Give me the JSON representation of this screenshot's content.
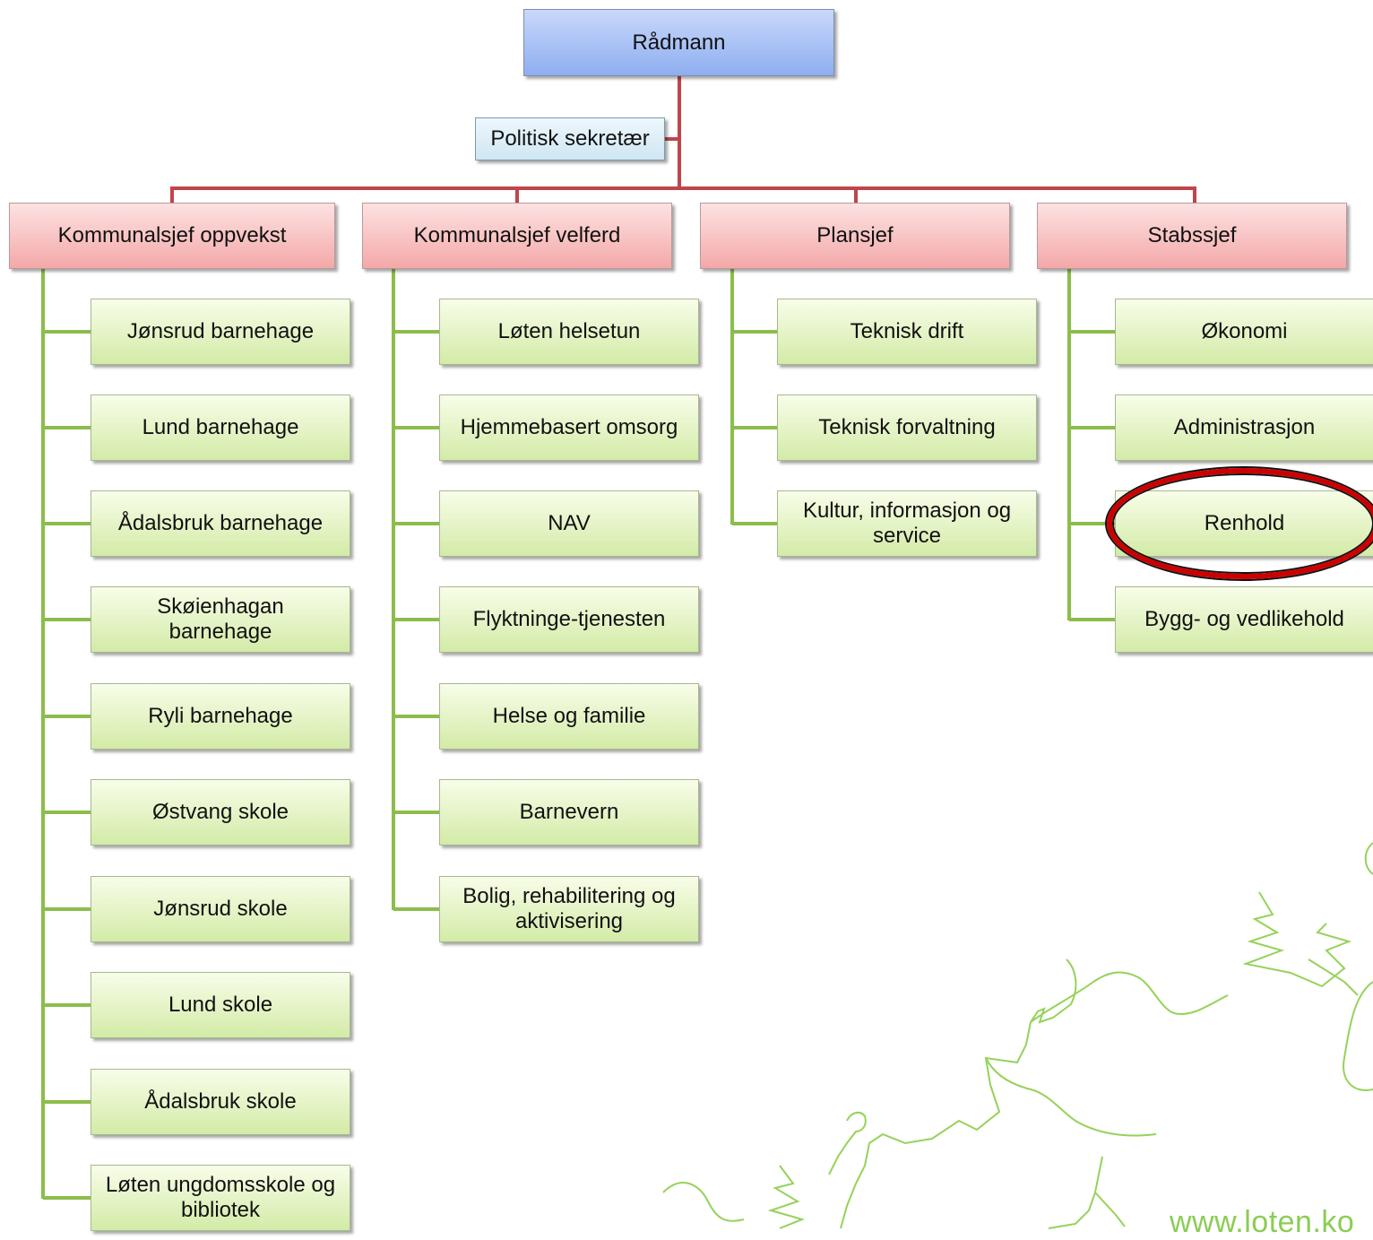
{
  "root": "Rådmann",
  "secretary": "Politisk sekretær",
  "departments": [
    {
      "title": "Kommunalsjef oppvekst",
      "units": [
        "Jønsrud barnehage",
        "Lund barnehage",
        "Ådalsbruk barnehage",
        "Skøienhagan barnehage",
        "Ryli barnehage",
        "Østvang skole",
        "Jønsrud skole",
        "Lund skole",
        "Ådalsbruk skole",
        "Løten ungdomsskole og bibliotek"
      ]
    },
    {
      "title": "Kommunalsjef velferd",
      "units": [
        "Løten helsetun",
        "Hjemmebasert omsorg",
        "NAV",
        "Flyktninge-tjenesten",
        "Helse og familie",
        "Barnevern",
        "Bolig, rehabilitering og aktivisering"
      ]
    },
    {
      "title": "Plansjef",
      "units": [
        "Teknisk drift",
        "Teknisk forvaltning",
        "Kultur, informasjon og service"
      ]
    },
    {
      "title": "Stabssjef",
      "units": [
        "Økonomi",
        "Administrasjon",
        "Renhold",
        "Bygg- og vedlikehold"
      ]
    }
  ],
  "highlighted_unit": "Renhold",
  "website": "www.loten.ko",
  "colors": {
    "connector_top": "#c0454b",
    "connector_units": "#8bbd4c",
    "highlight_ring": "#cc0000",
    "website_text": "#8ccc55"
  }
}
